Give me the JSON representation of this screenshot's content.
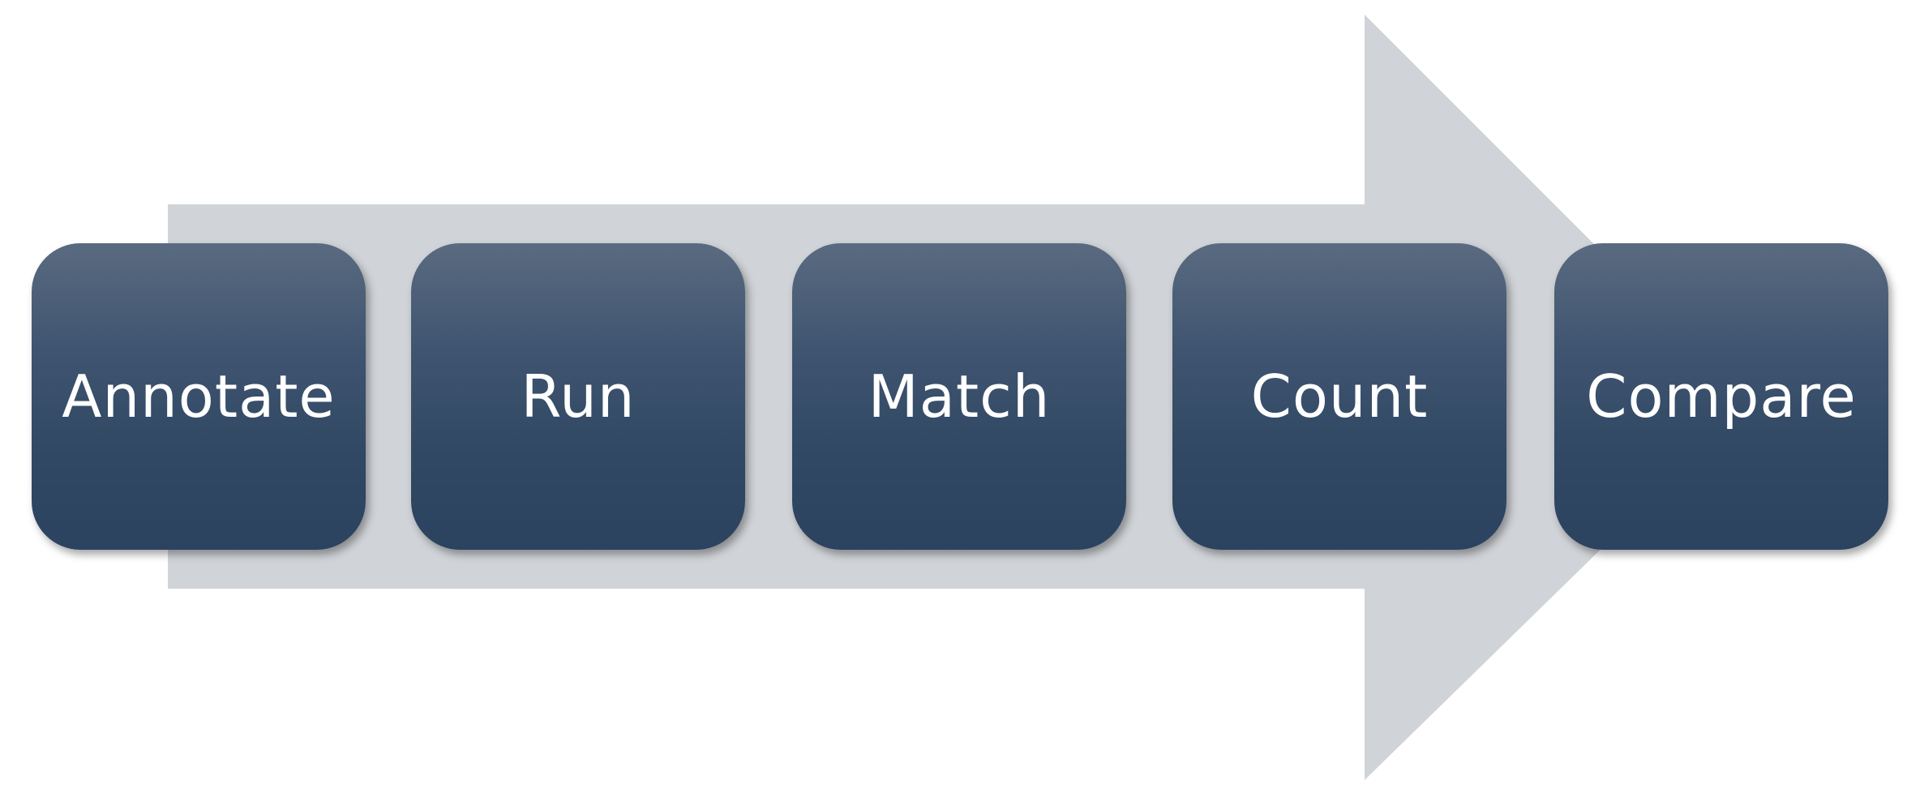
{
  "diagram": {
    "colors": {
      "arrow": "#d0d3d7",
      "box_top": "#5a6b80",
      "box_bottom": "#2b4360",
      "text": "#ffffff"
    },
    "steps": [
      {
        "label": "Annotate"
      },
      {
        "label": "Run"
      },
      {
        "label": "Match"
      },
      {
        "label": "Count"
      },
      {
        "label": "Compare"
      }
    ]
  }
}
